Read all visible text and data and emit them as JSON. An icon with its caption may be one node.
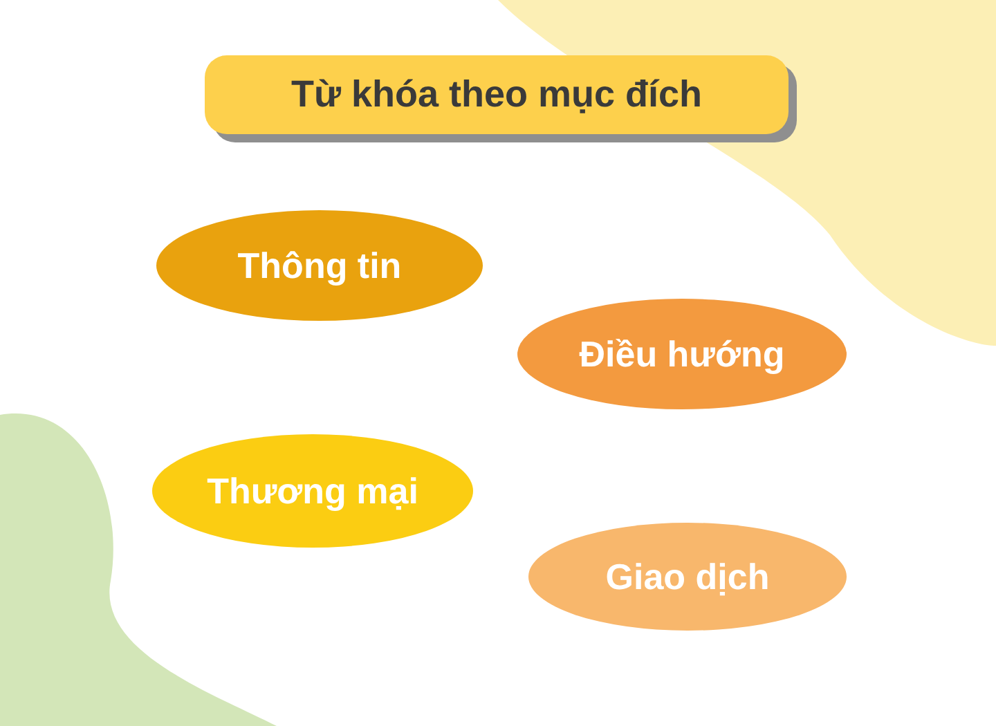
{
  "diagram": {
    "title": "Từ khóa theo mục đích",
    "nodes": [
      {
        "text": [
          "Thông tin"
        ]
      },
      {
        "text": [
          "Điều hướng"
        ]
      },
      {
        "text": [
          "Thương mại"
        ]
      },
      {
        "text": [
          "Giao dịch"
        ]
      }
    ]
  }
}
